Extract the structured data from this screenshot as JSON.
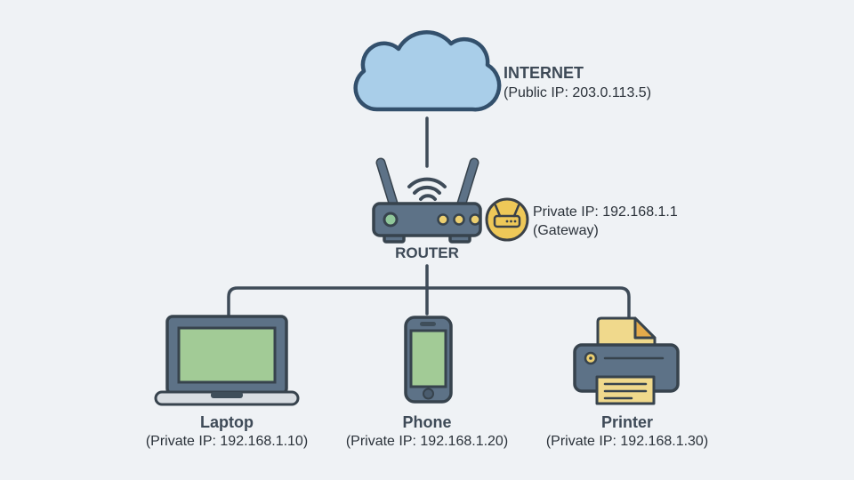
{
  "internet": {
    "label": "INTERNET",
    "ip": "(Public IP: 203.0.113.5)"
  },
  "router": {
    "label": "ROUTER",
    "ip": "Private IP: 192.168.1.1",
    "role": "(Gateway)"
  },
  "devices": [
    {
      "name": "Laptop",
      "ip": "(Private IP: 192.168.1.10)"
    },
    {
      "name": "Phone",
      "ip": "(Private IP: 192.168.1.20)"
    },
    {
      "name": "Printer",
      "ip": "(Private IP: 192.168.1.30)"
    }
  ],
  "icons": {
    "cloud": "cloud-icon",
    "wifi": "wifi-signal-icon",
    "router": "router-icon",
    "gateway_badge": "gateway-router-badge-icon",
    "laptop": "laptop-icon",
    "phone": "phone-icon",
    "printer": "printer-icon"
  },
  "colors": {
    "bg": "#eff2f5",
    "cloud-fill": "#a9cee9",
    "cloud-outline": "#33506c",
    "outline": "#37434d",
    "device-body": "#5d7287",
    "screen-green": "#a2cb96",
    "led-green": "#90c79a",
    "led-yellow": "#eccf70",
    "paper-yellow": "#f0d98c",
    "paper-fold": "#e3aa4b",
    "badge-fill": "#eec858",
    "badge-outline": "#3a4148",
    "base-gray": "#d8dde2",
    "notch": "#3f4e5a",
    "wire": "#3e4b58",
    "heading-text": "#3e4a57",
    "body-text": "#2b323a"
  }
}
